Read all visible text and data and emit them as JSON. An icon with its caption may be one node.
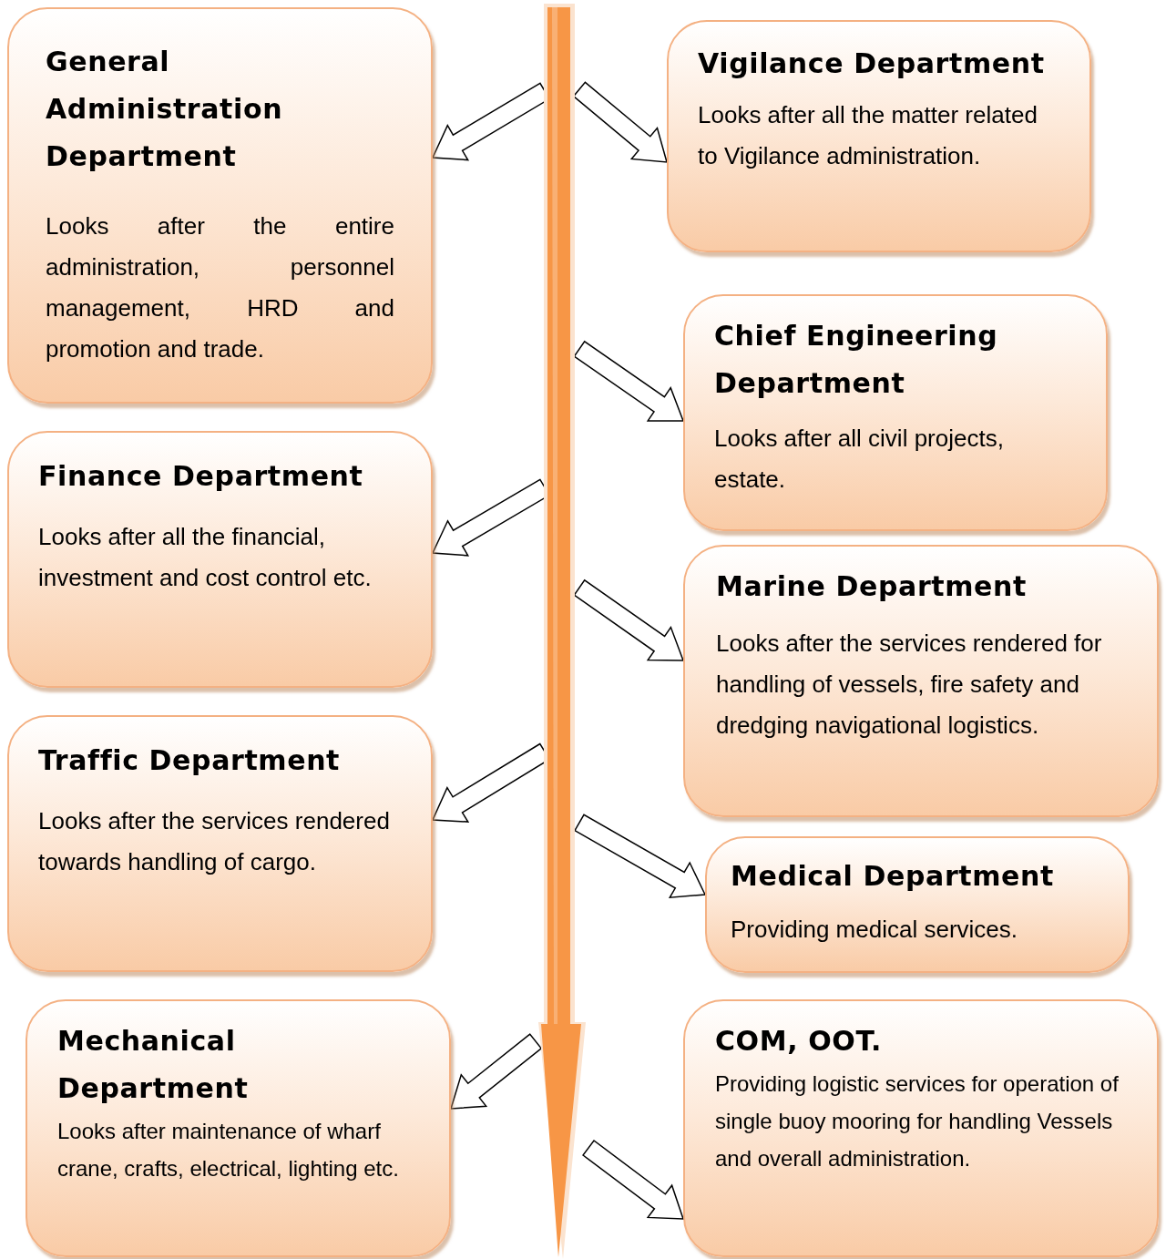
{
  "diagram": {
    "nodes": [
      {
        "text": [],
        "shape": "arrow"
      },
      {
        "text": [
          "General Administration Department",
          "Looks after the entire administration, personnel management, HRD and promotion and trade."
        ]
      },
      {
        "text": [
          "Vigilance Department",
          "Looks after all the matter related to Vigilance administration."
        ]
      },
      {
        "text": [
          "Chief Engineering Department",
          "Looks after all civil projects, estate."
        ]
      },
      {
        "text": [
          "Finance Department",
          "Looks after all the financial, investment and cost control etc."
        ]
      },
      {
        "text": [
          "Marine Department",
          "Looks after the services rendered for handling of vessels, fire safety and dredging navigational logistics."
        ]
      },
      {
        "text": [
          "Traffic Department",
          "Looks after the services rendered towards handling of cargo."
        ]
      },
      {
        "text": [
          "Medical Department",
          "Providing medical services."
        ]
      },
      {
        "text": [
          "Mechanical Department",
          "Looks after maintenance of wharf crane, crafts, electrical, lighting etc."
        ]
      },
      {
        "text": [
          "COM, OOT.",
          "Providing logistic services for operation of single buoy mooring for handling Vessels and overall administration."
        ]
      }
    ],
    "edges": [
      {
        "from": 0,
        "to": 1,
        "arrow": "to"
      },
      {
        "from": 0,
        "to": 2,
        "arrow": "to"
      },
      {
        "from": 0,
        "to": 3,
        "arrow": "to"
      },
      {
        "from": 0,
        "to": 4,
        "arrow": "to"
      },
      {
        "from": 0,
        "to": 5,
        "arrow": "to"
      },
      {
        "from": 0,
        "to": 6,
        "arrow": "to"
      },
      {
        "from": 0,
        "to": 7,
        "arrow": "to"
      },
      {
        "from": 0,
        "to": 8,
        "arrow": "to"
      },
      {
        "from": 0,
        "to": 9,
        "arrow": "to"
      }
    ]
  }
}
